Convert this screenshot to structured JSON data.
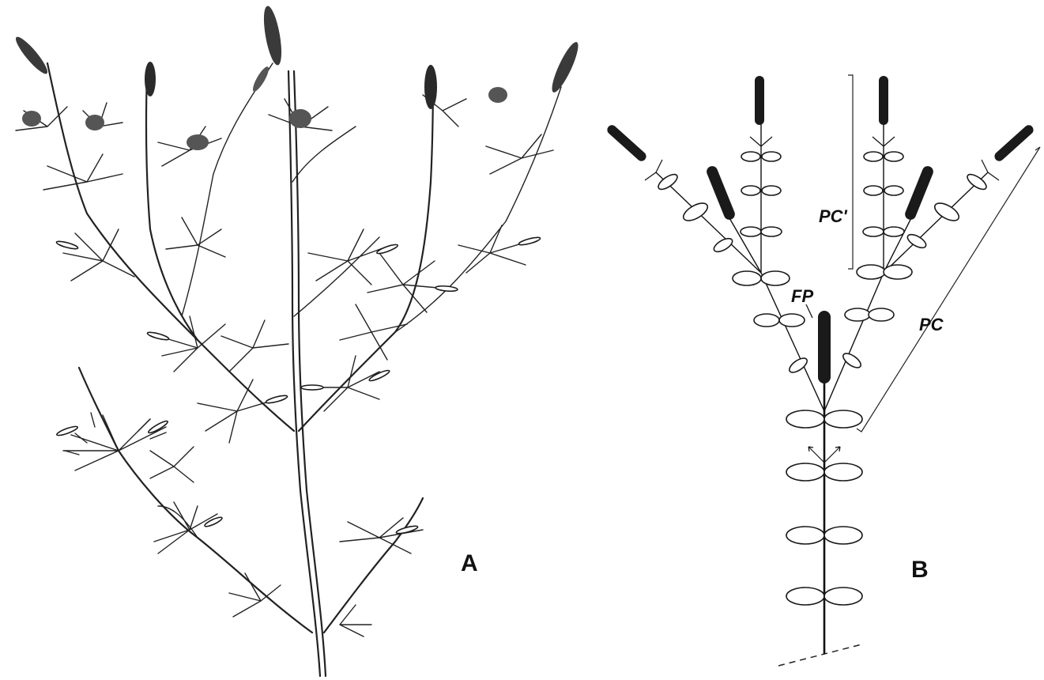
{
  "figure": {
    "panel_a_label": "A",
    "panel_b_label": "B"
  },
  "schematic": {
    "label_fp": "FP",
    "label_pc": "PC",
    "label_pc_prime": "PC'"
  }
}
